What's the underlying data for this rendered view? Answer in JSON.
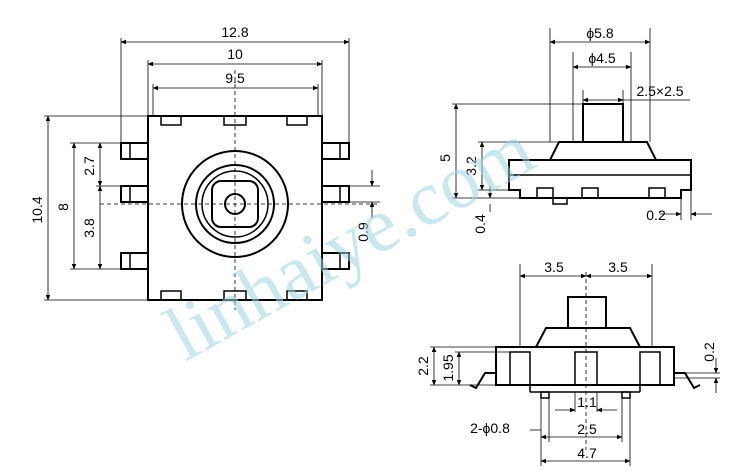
{
  "watermark": "linhaiye.com",
  "top_view": {
    "width_overall": "12.8",
    "width_body": "10",
    "width_inner": "9.5",
    "height_overall": "10.4",
    "height_pins": "8",
    "pitch_top": "2.7",
    "pitch_mid": "3.8",
    "pin_width": "0.9"
  },
  "side_view": {
    "dia_outer": "ϕ5.8",
    "dia_inner": "ϕ4.5",
    "actuator_size": "2.5×2.5",
    "height_total": "5",
    "height_body": "3.2",
    "standoff": "0.4",
    "pin_thickness": "0.2"
  },
  "front_view": {
    "half_left": "3.5",
    "half_right": "3.5",
    "h_outer": "2.2",
    "h_inner": "1.95",
    "lead_thickness": "0.2",
    "pin_dia": "2-ϕ0.8",
    "pitch_small": "1.1",
    "pitch_mid": "2.5",
    "pitch_large": "4.7"
  },
  "colors": {
    "line": "#000000",
    "watermark": "#9dd4e2"
  }
}
